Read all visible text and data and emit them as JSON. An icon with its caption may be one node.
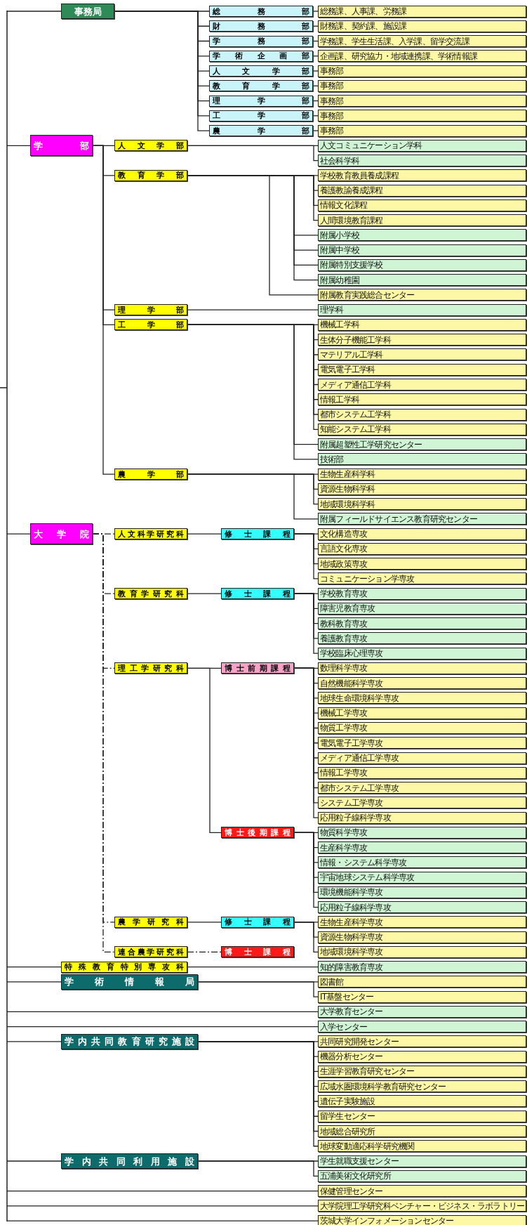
{
  "diagram": {
    "nodes": [
      {
        "text": [
          "事務局"
        ]
      },
      {
        "text": [
          "総務部"
        ]
      },
      {
        "text": [
          "総務課、人事課、労務課"
        ]
      },
      {
        "text": [
          "財務部"
        ]
      },
      {
        "text": [
          "財務課、契約課、施設課"
        ]
      },
      {
        "text": [
          "学務部"
        ]
      },
      {
        "text": [
          "学務課、学生生活課、入学課、留学交流課"
        ]
      },
      {
        "text": [
          "学術企画部"
        ]
      },
      {
        "text": [
          "企画課、研究協力・地域連携課、学術情報課"
        ]
      },
      {
        "text": [
          "人文学部"
        ]
      },
      {
        "text": [
          "事務部"
        ]
      },
      {
        "text": [
          "教育学部"
        ]
      },
      {
        "text": [
          "事務部"
        ]
      },
      {
        "text": [
          "理学部"
        ]
      },
      {
        "text": [
          "事務部"
        ]
      },
      {
        "text": [
          "工学部"
        ]
      },
      {
        "text": [
          "事務部"
        ]
      },
      {
        "text": [
          "農学部"
        ]
      },
      {
        "text": [
          "事務部"
        ]
      },
      {
        "text": [
          "学部"
        ]
      },
      {
        "text": [
          "人文学部"
        ]
      },
      {
        "text": [
          "人文コミュニケーション学科"
        ]
      },
      {
        "text": [
          "社会科学科"
        ]
      },
      {
        "text": [
          "教育学部"
        ]
      },
      {
        "text": [
          "学校教育教員養成課程"
        ]
      },
      {
        "text": [
          "養護教諭養成課程"
        ]
      },
      {
        "text": [
          "情報文化課程"
        ]
      },
      {
        "text": [
          "人間環境教育課程"
        ]
      },
      {
        "text": [
          "附属小学校"
        ]
      },
      {
        "text": [
          "附属中学校"
        ]
      },
      {
        "text": [
          "附属特別支援学校"
        ]
      },
      {
        "text": [
          "附属幼稚園"
        ]
      },
      {
        "text": [
          "附属教育実践総合センター"
        ]
      },
      {
        "text": [
          "理学部"
        ]
      },
      {
        "text": [
          "理学科"
        ]
      },
      {
        "text": [
          "工学部"
        ]
      },
      {
        "text": [
          "機械工学科"
        ]
      },
      {
        "text": [
          "生体分子機能工学科"
        ]
      },
      {
        "text": [
          "マテリアル工学科"
        ]
      },
      {
        "text": [
          "電気電子工学科"
        ]
      },
      {
        "text": [
          "メディア通信工学科"
        ]
      },
      {
        "text": [
          "情報工学科"
        ]
      },
      {
        "text": [
          "都市システム工学科"
        ]
      },
      {
        "text": [
          "知能システム工学科"
        ]
      },
      {
        "text": [
          "附属超塑性工学研究センター"
        ]
      },
      {
        "text": [
          "技術部"
        ]
      },
      {
        "text": [
          "農学部"
        ]
      },
      {
        "text": [
          "生物生産科学科"
        ]
      },
      {
        "text": [
          "資源生物科学科"
        ]
      },
      {
        "text": [
          "地域環境科学科"
        ]
      },
      {
        "text": [
          "附属フィールドサイエンス教育研究センター"
        ]
      },
      {
        "text": [
          "大学院"
        ]
      },
      {
        "text": [
          "人文科学研究科"
        ]
      },
      {
        "text": [
          "修士課程"
        ]
      },
      {
        "text": [
          "文化構造専攻"
        ]
      },
      {
        "text": [
          "言語文化専攻"
        ]
      },
      {
        "text": [
          "地域政策専攻"
        ]
      },
      {
        "text": [
          "コミュニケーション学専攻"
        ]
      },
      {
        "text": [
          "教育学研究科"
        ]
      },
      {
        "text": [
          "修士課程"
        ]
      },
      {
        "text": [
          "学校教育専攻"
        ]
      },
      {
        "text": [
          "障害児教育専攻"
        ]
      },
      {
        "text": [
          "教科教育専攻"
        ]
      },
      {
        "text": [
          "養護教育専攻"
        ]
      },
      {
        "text": [
          "学校臨床心理専攻"
        ]
      },
      {
        "text": [
          "理工学研究科"
        ]
      },
      {
        "text": [
          "博士前期課程"
        ]
      },
      {
        "text": [
          "数理科学専攻"
        ]
      },
      {
        "text": [
          "自然機能科学専攻"
        ]
      },
      {
        "text": [
          "地球生命環境科学専攻"
        ]
      },
      {
        "text": [
          "機械工学専攻"
        ]
      },
      {
        "text": [
          "物質工学専攻"
        ]
      },
      {
        "text": [
          "電気電子工学専攻"
        ]
      },
      {
        "text": [
          "メディア通信工学専攻"
        ]
      },
      {
        "text": [
          "情報工学専攻"
        ]
      },
      {
        "text": [
          "都市システム工学専攻"
        ]
      },
      {
        "text": [
          "システム工学専攻"
        ]
      },
      {
        "text": [
          "応用粒子線科学専攻"
        ]
      },
      {
        "text": [
          "博士後期課程"
        ]
      },
      {
        "text": [
          "物質科学専攻"
        ]
      },
      {
        "text": [
          "生産科学専攻"
        ]
      },
      {
        "text": [
          "情報・システム科学専攻"
        ]
      },
      {
        "text": [
          "宇宙地球システム科学専攻"
        ]
      },
      {
        "text": [
          "環境機能科学専攻"
        ]
      },
      {
        "text": [
          "応用粒子線科学専攻"
        ]
      },
      {
        "text": [
          "農学研究科"
        ]
      },
      {
        "text": [
          "修士課程"
        ]
      },
      {
        "text": [
          "生物生産科学専攻"
        ]
      },
      {
        "text": [
          "資源生物科学専攻"
        ]
      },
      {
        "text": [
          "地域環境科学専攻"
        ]
      },
      {
        "text": [
          "連合農学研究科"
        ]
      },
      {
        "text": [
          "博士課程"
        ]
      },
      {
        "text": [
          "特殊教育特別専攻科"
        ]
      },
      {
        "text": [
          "知的障害教育専攻"
        ]
      },
      {
        "text": [
          "学術情報局"
        ]
      },
      {
        "text": [
          "図書館"
        ]
      },
      {
        "text": [
          "IT基盤センター"
        ]
      },
      {
        "text": [
          "大学教育センター"
        ]
      },
      {
        "text": [
          "入学センター"
        ]
      },
      {
        "text": [
          "学内共同教育研究施設"
        ]
      },
      {
        "text": [
          "共同研究開発センター"
        ]
      },
      {
        "text": [
          "機器分析センター"
        ]
      },
      {
        "text": [
          "生涯学習教育研究センター"
        ]
      },
      {
        "text": [
          "広域水圏環境科学教育研究センター"
        ]
      },
      {
        "text": [
          "遺伝子実験施設"
        ]
      },
      {
        "text": [
          "留学生センター"
        ]
      },
      {
        "text": [
          "地域総合研究所"
        ]
      },
      {
        "text": [
          "地球変動適応科学研究機関"
        ]
      },
      {
        "text": [
          "学内共同利用施設"
        ]
      },
      {
        "text": [
          "学生就職支援センター"
        ]
      },
      {
        "text": [
          "五浦美術文化研究所"
        ]
      },
      {
        "text": [
          "保健管理センター"
        ]
      },
      {
        "text": [
          "大学院理工学研究科ベンチャー・ビジネス・ラボラトリー"
        ]
      },
      {
        "text": [
          "茨城大学インフォメーションセンター"
        ]
      }
    ],
    "edges": [
      {
        "from": null,
        "to": 0,
        "arrow": "none"
      },
      {
        "from": null,
        "to": 19,
        "arrow": "none"
      },
      {
        "from": null,
        "to": 51,
        "arrow": "none"
      },
      {
        "from": null,
        "to": 92,
        "arrow": "none"
      },
      {
        "from": null,
        "to": 94,
        "arrow": "none"
      },
      {
        "from": null,
        "to": 97,
        "arrow": "none"
      },
      {
        "from": null,
        "to": 98,
        "arrow": "none"
      },
      {
        "from": null,
        "to": 99,
        "arrow": "none"
      },
      {
        "from": null,
        "to": 108,
        "arrow": "none"
      },
      {
        "from": null,
        "to": 111,
        "arrow": "none"
      },
      {
        "from": null,
        "to": 112,
        "arrow": "none"
      },
      {
        "from": null,
        "to": 113,
        "arrow": "none"
      },
      {
        "from": 0,
        "to": 1,
        "arrow": "none"
      },
      {
        "from": 0,
        "to": 3,
        "arrow": "none"
      },
      {
        "from": 0,
        "to": 5,
        "arrow": "none"
      },
      {
        "from": 0,
        "to": 7,
        "arrow": "none"
      },
      {
        "from": 0,
        "to": 9,
        "arrow": "none"
      },
      {
        "from": 0,
        "to": 11,
        "arrow": "none"
      },
      {
        "from": 0,
        "to": 13,
        "arrow": "none"
      },
      {
        "from": 0,
        "to": 15,
        "arrow": "none"
      },
      {
        "from": 0,
        "to": 17,
        "arrow": "none"
      },
      {
        "from": 1,
        "to": 2,
        "arrow": "none"
      },
      {
        "from": 3,
        "to": 4,
        "arrow": "none"
      },
      {
        "from": 5,
        "to": 6,
        "arrow": "none"
      },
      {
        "from": 7,
        "to": 8,
        "arrow": "none"
      },
      {
        "from": 9,
        "to": 10,
        "arrow": "none"
      },
      {
        "from": 11,
        "to": 12,
        "arrow": "none"
      },
      {
        "from": 13,
        "to": 14,
        "arrow": "none"
      },
      {
        "from": 15,
        "to": 16,
        "arrow": "none"
      },
      {
        "from": 17,
        "to": 18,
        "arrow": "none"
      },
      {
        "from": 19,
        "to": 20,
        "arrow": "none"
      },
      {
        "from": 19,
        "to": 23,
        "arrow": "none"
      },
      {
        "from": 19,
        "to": 33,
        "arrow": "none"
      },
      {
        "from": 19,
        "to": 35,
        "arrow": "none"
      },
      {
        "from": 19,
        "to": 46,
        "arrow": "none"
      },
      {
        "from": 20,
        "to": 21,
        "arrow": "none"
      },
      {
        "from": 20,
        "to": 22,
        "arrow": "none"
      },
      {
        "from": 23,
        "to": 24,
        "arrow": "none"
      },
      {
        "from": 23,
        "to": 25,
        "arrow": "none"
      },
      {
        "from": 23,
        "to": 26,
        "arrow": "none"
      },
      {
        "from": 23,
        "to": 27,
        "arrow": "none"
      },
      {
        "from": 23,
        "to": 28,
        "arrow": "none"
      },
      {
        "from": 23,
        "to": 29,
        "arrow": "none"
      },
      {
        "from": 23,
        "to": 30,
        "arrow": "none"
      },
      {
        "from": 23,
        "to": 31,
        "arrow": "none"
      },
      {
        "from": 23,
        "to": 32,
        "arrow": "none"
      },
      {
        "from": 33,
        "to": 34,
        "arrow": "none"
      },
      {
        "from": 35,
        "to": 36,
        "arrow": "none"
      },
      {
        "from": 35,
        "to": 37,
        "arrow": "none"
      },
      {
        "from": 35,
        "to": 38,
        "arrow": "none"
      },
      {
        "from": 35,
        "to": 39,
        "arrow": "none"
      },
      {
        "from": 35,
        "to": 40,
        "arrow": "none"
      },
      {
        "from": 35,
        "to": 41,
        "arrow": "none"
      },
      {
        "from": 35,
        "to": 42,
        "arrow": "none"
      },
      {
        "from": 35,
        "to": 43,
        "arrow": "none"
      },
      {
        "from": 35,
        "to": 44,
        "arrow": "none"
      },
      {
        "from": 35,
        "to": 45,
        "arrow": "none"
      },
      {
        "from": 46,
        "to": 47,
        "arrow": "none"
      },
      {
        "from": 46,
        "to": 48,
        "arrow": "none"
      },
      {
        "from": 46,
        "to": 49,
        "arrow": "none"
      },
      {
        "from": 46,
        "to": 50,
        "arrow": "none"
      },
      {
        "from": 51,
        "to": 52,
        "arrow": "none",
        "style": "dashed"
      },
      {
        "from": 51,
        "to": 58,
        "arrow": "none",
        "style": "dashed"
      },
      {
        "from": 51,
        "to": 65,
        "arrow": "none",
        "style": "dashed"
      },
      {
        "from": 51,
        "to": 85,
        "arrow": "none",
        "style": "dashed"
      },
      {
        "from": 51,
        "to": 90,
        "arrow": "none",
        "style": "dashed"
      },
      {
        "from": 52,
        "to": 53,
        "arrow": "none"
      },
      {
        "from": 53,
        "to": 54,
        "arrow": "none"
      },
      {
        "from": 53,
        "to": 55,
        "arrow": "none"
      },
      {
        "from": 53,
        "to": 56,
        "arrow": "none"
      },
      {
        "from": 53,
        "to": 57,
        "arrow": "none"
      },
      {
        "from": 58,
        "to": 59,
        "arrow": "none"
      },
      {
        "from": 59,
        "to": 60,
        "arrow": "none"
      },
      {
        "from": 59,
        "to": 61,
        "arrow": "none"
      },
      {
        "from": 59,
        "to": 62,
        "arrow": "none"
      },
      {
        "from": 59,
        "to": 63,
        "arrow": "none"
      },
      {
        "from": 59,
        "to": 64,
        "arrow": "none"
      },
      {
        "from": 65,
        "to": 66,
        "arrow": "none"
      },
      {
        "from": 65,
        "to": 78,
        "arrow": "none"
      },
      {
        "from": 66,
        "to": 67,
        "arrow": "none"
      },
      {
        "from": 66,
        "to": 68,
        "arrow": "none"
      },
      {
        "from": 66,
        "to": 69,
        "arrow": "none"
      },
      {
        "from": 66,
        "to": 70,
        "arrow": "none"
      },
      {
        "from": 66,
        "to": 71,
        "arrow": "none"
      },
      {
        "from": 66,
        "to": 72,
        "arrow": "none"
      },
      {
        "from": 66,
        "to": 73,
        "arrow": "none"
      },
      {
        "from": 66,
        "to": 74,
        "arrow": "none"
      },
      {
        "from": 66,
        "to": 75,
        "arrow": "none"
      },
      {
        "from": 66,
        "to": 76,
        "arrow": "none"
      },
      {
        "from": 66,
        "to": 77,
        "arrow": "none"
      },
      {
        "from": 78,
        "to": 79,
        "arrow": "none"
      },
      {
        "from": 78,
        "to": 80,
        "arrow": "none"
      },
      {
        "from": 78,
        "to": 81,
        "arrow": "none"
      },
      {
        "from": 78,
        "to": 82,
        "arrow": "none"
      },
      {
        "from": 78,
        "to": 83,
        "arrow": "none"
      },
      {
        "from": 78,
        "to": 84,
        "arrow": "none"
      },
      {
        "from": 85,
        "to": 86,
        "arrow": "none"
      },
      {
        "from": 86,
        "to": 87,
        "arrow": "none"
      },
      {
        "from": 86,
        "to": 88,
        "arrow": "none"
      },
      {
        "from": 86,
        "to": 89,
        "arrow": "none"
      },
      {
        "from": 90,
        "to": 91,
        "arrow": "none",
        "style": "dashed"
      },
      {
        "from": 92,
        "to": 93,
        "arrow": "none"
      },
      {
        "from": 94,
        "to": 95,
        "arrow": "none"
      },
      {
        "from": 94,
        "to": 96,
        "arrow": "none"
      },
      {
        "from": 99,
        "to": 100,
        "arrow": "none"
      },
      {
        "from": 99,
        "to": 101,
        "arrow": "none"
      },
      {
        "from": 99,
        "to": 102,
        "arrow": "none"
      },
      {
        "from": 99,
        "to": 103,
        "arrow": "none"
      },
      {
        "from": 99,
        "to": 104,
        "arrow": "none"
      },
      {
        "from": 99,
        "to": 105,
        "arrow": "none"
      },
      {
        "from": 99,
        "to": 106,
        "arrow": "none"
      },
      {
        "from": 99,
        "to": 107,
        "arrow": "none"
      },
      {
        "from": 108,
        "to": 109,
        "arrow": "none"
      },
      {
        "from": 108,
        "to": 110,
        "arrow": "none"
      }
    ]
  }
}
